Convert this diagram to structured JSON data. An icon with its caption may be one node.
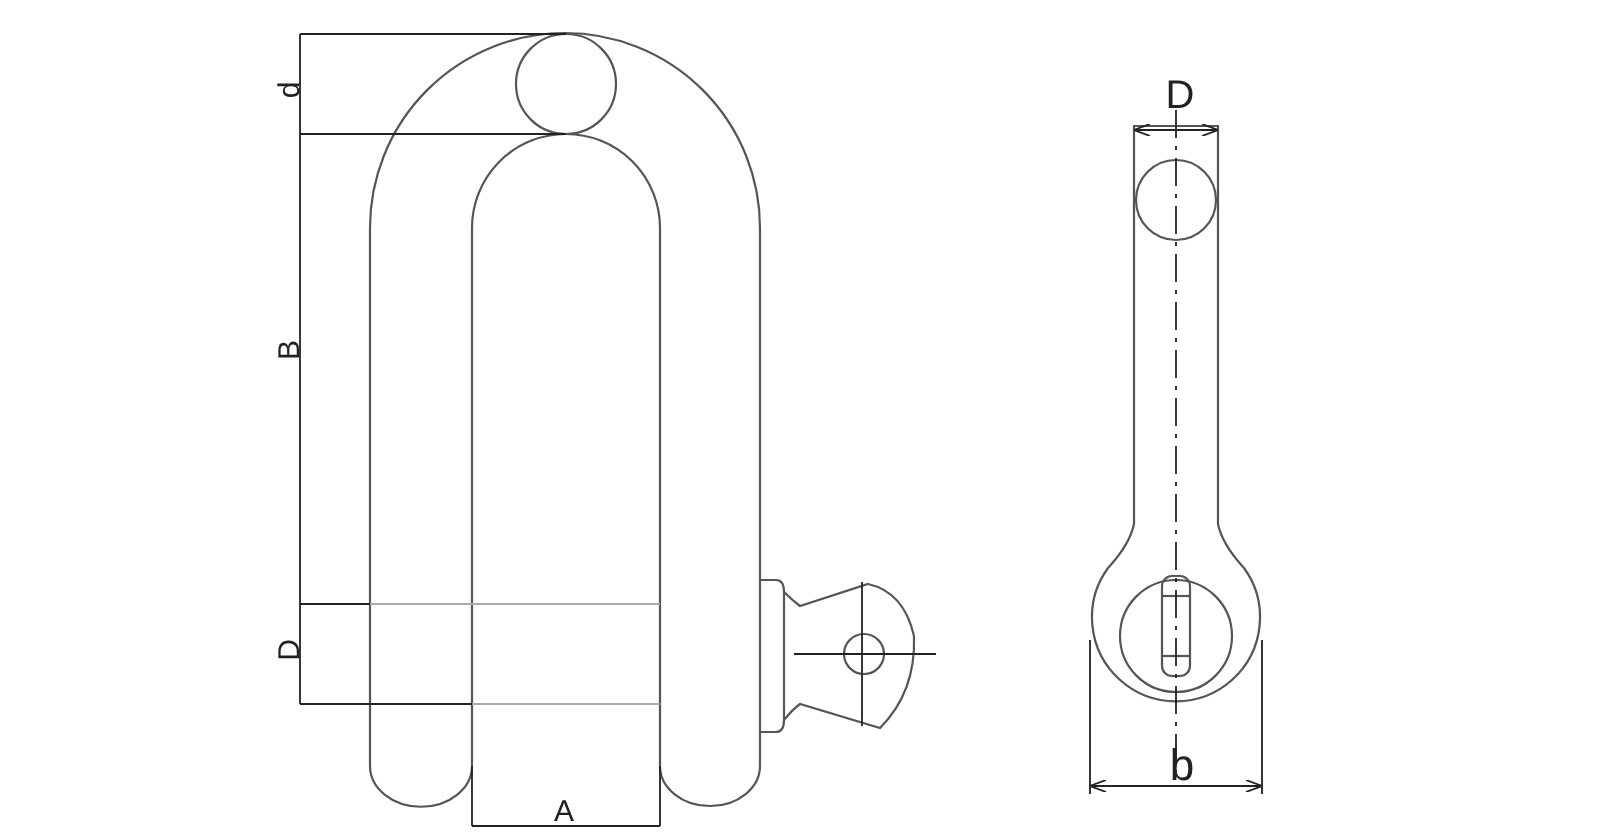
{
  "diagram": {
    "labels": [
      "d",
      "D",
      "B",
      "D",
      "b",
      "A"
    ]
  }
}
